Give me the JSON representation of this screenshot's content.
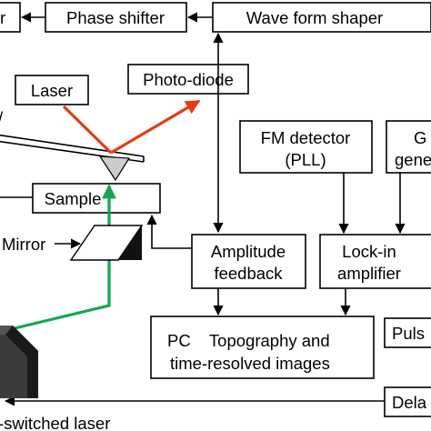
{
  "blocks": {
    "phase_shifter": "Phase shifter",
    "wave_form_shaper": "Wave form shaper",
    "laser": "Laser",
    "photo_diode": "Photo-diode",
    "fm_detector_line1": "FM detector",
    "fm_detector_line2": "(PLL)",
    "gen_line1": "G",
    "gen_line2": "gene",
    "sample": "Sample",
    "mirror": "Mirror",
    "amplitude_line1": "Amplitude",
    "amplitude_line2": "feedback",
    "lockin_line1": "Lock-in",
    "lockin_line2": "amplifier",
    "pc_line1": "PC    Topography and",
    "pc_line2": "time-resolved images",
    "pulse": "Puls",
    "delay": "Dela",
    "qswitched_laser": "-switched laser"
  },
  "colors": {
    "laser_beam": "#e53b12",
    "probe_beam": "#12a650",
    "lines": "#000000",
    "laser_body": "#2a2a2a"
  }
}
